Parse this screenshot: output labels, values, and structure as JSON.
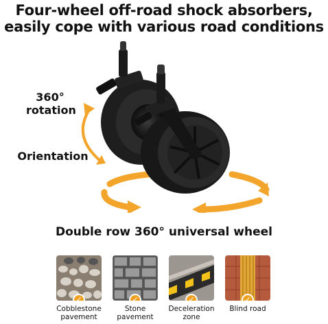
{
  "headline": {
    "line1": "Four-wheel off-road shock absorbers,",
    "line2": "easily cope with various road conditions"
  },
  "labels": {
    "rotation_line1": "360°",
    "rotation_line2": "rotation",
    "orientation": "Orientation"
  },
  "subtitle": "Double row 360° universal wheel",
  "road_types": [
    {
      "line1": "Cobblestone",
      "line2": "pavement",
      "icon": "cobblestone-photo"
    },
    {
      "line1": "Stone",
      "line2": "pavement",
      "icon": "stone-pavement-photo"
    },
    {
      "line1": "Deceleration",
      "line2": "zone",
      "icon": "speed-bump-photo"
    },
    {
      "line1": "Blind road",
      "line2": "",
      "icon": "tactile-paving-photo"
    }
  ],
  "colors": {
    "accent_orange": "#f0a020",
    "wheel_dark": "#1c1c1c"
  }
}
